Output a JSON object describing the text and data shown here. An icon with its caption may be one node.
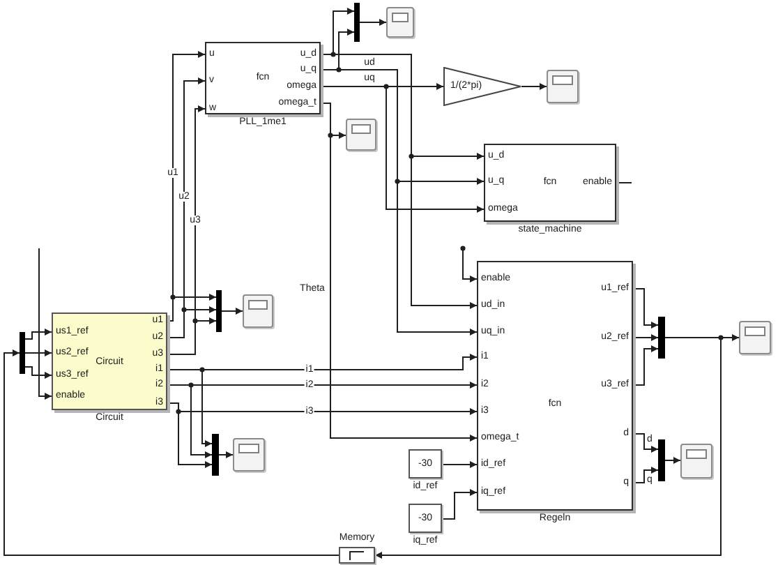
{
  "diagram": {
    "nodes": [
      {
        "text": [
          "u",
          "v",
          "w",
          "u_d",
          "u_q",
          "omega",
          "omega_t",
          "fcn",
          "PLL_1me1"
        ]
      },
      {
        "text": [],
        "shape": "bar"
      },
      {
        "text": [],
        "shape": "box"
      },
      {
        "text": [],
        "shape": "box"
      },
      {
        "text": [
          "1/(2*pi)"
        ]
      },
      {
        "text": [],
        "shape": "box"
      },
      {
        "text": [
          "u_d",
          "u_q",
          "omega",
          "fcn",
          "enable",
          "state_machine"
        ]
      },
      {
        "text": [
          "enable",
          "ud_in",
          "uq_in",
          "i1",
          "i2",
          "i3",
          "omega_t",
          "id_ref",
          "iq_ref",
          "fcn",
          "u1_ref",
          "u2_ref",
          "u3_ref",
          "d",
          "q",
          "Regeln"
        ]
      },
      {
        "text": [],
        "shape": "bar"
      },
      {
        "text": [
          "us1_ref",
          "us2_ref",
          "us3_ref",
          "enable",
          "Circuit",
          "u1",
          "u2",
          "u3",
          "i1",
          "i2",
          "i3",
          "Circuit"
        ]
      },
      {
        "text": [],
        "shape": "bar"
      },
      {
        "text": [],
        "shape": "box"
      },
      {
        "text": [],
        "shape": "bar"
      },
      {
        "text": [],
        "shape": "box"
      },
      {
        "text": [
          "-30",
          "id_ref"
        ]
      },
      {
        "text": [
          "-30",
          "iq_ref"
        ]
      },
      {
        "text": [],
        "shape": "bar"
      },
      {
        "text": [],
        "shape": "box"
      },
      {
        "text": [],
        "shape": "bar"
      },
      {
        "text": [],
        "shape": "box"
      },
      {
        "text": [
          "Memory"
        ]
      }
    ],
    "edges": [
      {
        "from": 0,
        "to": 1,
        "arrow": "to"
      },
      {
        "from": 0,
        "to": 1,
        "arrow": "to"
      },
      {
        "from": 1,
        "to": 2,
        "arrow": "to"
      },
      {
        "from": 0,
        "to": 6,
        "arrow": "to"
      },
      {
        "from": 0,
        "to": 7,
        "arrow": "to",
        "label": "ud"
      },
      {
        "from": 0,
        "to": 6,
        "arrow": "to"
      },
      {
        "from": 0,
        "to": 7,
        "arrow": "to",
        "label": "uq"
      },
      {
        "from": 0,
        "to": 4,
        "arrow": "to"
      },
      {
        "from": 0,
        "to": 6,
        "arrow": "to"
      },
      {
        "from": 4,
        "to": 5,
        "arrow": "to"
      },
      {
        "from": 0,
        "to": 3,
        "arrow": "to"
      },
      {
        "from": 0,
        "to": 7,
        "arrow": "to",
        "label": "Theta"
      },
      {
        "from": 6,
        "to": null,
        "arrow": "none"
      },
      {
        "from": null,
        "to": 7,
        "arrow": "to"
      },
      {
        "from": 9,
        "to": 0,
        "arrow": "to",
        "label": "u1"
      },
      {
        "from": 9,
        "to": 0,
        "arrow": "to",
        "label": "u2"
      },
      {
        "from": 9,
        "to": 0,
        "arrow": "to",
        "label": "u3"
      },
      {
        "from": 9,
        "to": 10,
        "arrow": "to"
      },
      {
        "from": 9,
        "to": 10,
        "arrow": "to"
      },
      {
        "from": 9,
        "to": 10,
        "arrow": "to"
      },
      {
        "from": 10,
        "to": 11,
        "arrow": "to"
      },
      {
        "from": 9,
        "to": 7,
        "arrow": "to",
        "label": "i1"
      },
      {
        "from": 9,
        "to": 7,
        "arrow": "to",
        "label": "i2"
      },
      {
        "from": 9,
        "to": 7,
        "arrow": "to",
        "label": "i3"
      },
      {
        "from": 9,
        "to": 12,
        "arrow": "to"
      },
      {
        "from": 9,
        "to": 12,
        "arrow": "to"
      },
      {
        "from": 9,
        "to": 12,
        "arrow": "to"
      },
      {
        "from": 12,
        "to": 13,
        "arrow": "to"
      },
      {
        "from": 8,
        "to": 9,
        "arrow": "to"
      },
      {
        "from": 8,
        "to": 9,
        "arrow": "to"
      },
      {
        "from": 8,
        "to": 9,
        "arrow": "to"
      },
      {
        "from": null,
        "to": 9,
        "arrow": "to"
      },
      {
        "from": 14,
        "to": 7,
        "arrow": "to"
      },
      {
        "from": 15,
        "to": 7,
        "arrow": "to"
      },
      {
        "from": 7,
        "to": 16,
        "arrow": "to"
      },
      {
        "from": 7,
        "to": 16,
        "arrow": "to"
      },
      {
        "from": 7,
        "to": 16,
        "arrow": "to"
      },
      {
        "from": 7,
        "to": 18,
        "arrow": "to",
        "label": "d"
      },
      {
        "from": 7,
        "to": 18,
        "arrow": "to",
        "label": "q"
      },
      {
        "from": 18,
        "to": 19,
        "arrow": "to"
      },
      {
        "from": 16,
        "to": 17,
        "arrow": "to"
      },
      {
        "from": 16,
        "to": 20,
        "arrow": "to"
      },
      {
        "from": 20,
        "to": 8,
        "arrow": "to"
      }
    ]
  }
}
